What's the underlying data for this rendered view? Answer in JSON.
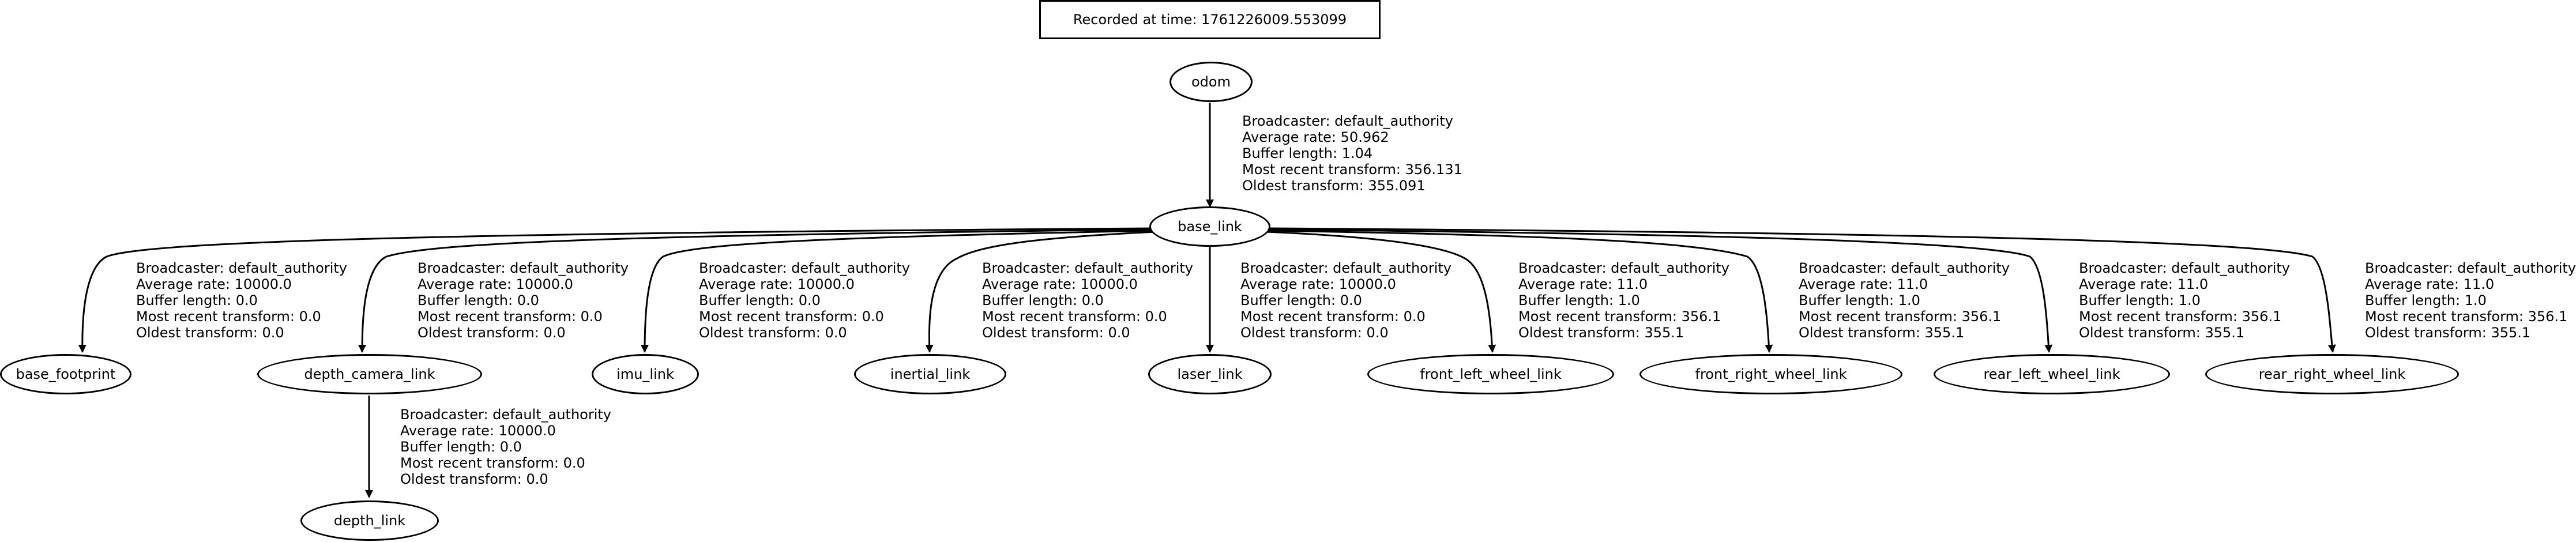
{
  "recorded_label": "Recorded at time: 1761226009.553099",
  "nodes": {
    "odom": "odom",
    "base_link": "base_link",
    "base_footprint": "base_footprint",
    "depth_camera_link": "depth_camera_link",
    "imu_link": "imu_link",
    "inertial_link": "inertial_link",
    "laser_link": "laser_link",
    "front_left_wheel_link": "front_left_wheel_link",
    "front_right_wheel_link": "front_right_wheel_link",
    "rear_left_wheel_link": "rear_left_wheel_link",
    "rear_right_wheel_link": "rear_right_wheel_link",
    "depth_link": "depth_link"
  },
  "edges": {
    "odom_base_link": {
      "broadcaster": "Broadcaster: default_authority",
      "rate": "Average rate: 50.962",
      "buffer": "Buffer length: 1.04",
      "recent": "Most recent transform: 356.131",
      "oldest": "Oldest transform: 355.091"
    },
    "base_footprint": {
      "broadcaster": "Broadcaster: default_authority",
      "rate": "Average rate: 10000.0",
      "buffer": "Buffer length: 0.0",
      "recent": "Most recent transform: 0.0",
      "oldest": "Oldest transform: 0.0"
    },
    "depth_camera_link": {
      "broadcaster": "Broadcaster: default_authority",
      "rate": "Average rate: 10000.0",
      "buffer": "Buffer length: 0.0",
      "recent": "Most recent transform: 0.0",
      "oldest": "Oldest transform: 0.0"
    },
    "imu_link": {
      "broadcaster": "Broadcaster: default_authority",
      "rate": "Average rate: 10000.0",
      "buffer": "Buffer length: 0.0",
      "recent": "Most recent transform: 0.0",
      "oldest": "Oldest transform: 0.0"
    },
    "inertial_link": {
      "broadcaster": "Broadcaster: default_authority",
      "rate": "Average rate: 10000.0",
      "buffer": "Buffer length: 0.0",
      "recent": "Most recent transform: 0.0",
      "oldest": "Oldest transform: 0.0"
    },
    "laser_link": {
      "broadcaster": "Broadcaster: default_authority",
      "rate": "Average rate: 10000.0",
      "buffer": "Buffer length: 0.0",
      "recent": "Most recent transform: 0.0",
      "oldest": "Oldest transform: 0.0"
    },
    "front_left_wheel_link": {
      "broadcaster": "Broadcaster: default_authority",
      "rate": "Average rate: 11.0",
      "buffer": "Buffer length: 1.0",
      "recent": "Most recent transform: 356.1",
      "oldest": "Oldest transform: 355.1"
    },
    "front_right_wheel_link": {
      "broadcaster": "Broadcaster: default_authority",
      "rate": "Average rate: 11.0",
      "buffer": "Buffer length: 1.0",
      "recent": "Most recent transform: 356.1",
      "oldest": "Oldest transform: 355.1"
    },
    "rear_left_wheel_link": {
      "broadcaster": "Broadcaster: default_authority",
      "rate": "Average rate: 11.0",
      "buffer": "Buffer length: 1.0",
      "recent": "Most recent transform: 356.1",
      "oldest": "Oldest transform: 355.1"
    },
    "rear_right_wheel_link": {
      "broadcaster": "Broadcaster: default_authority",
      "rate": "Average rate: 11.0",
      "buffer": "Buffer length: 1.0",
      "recent": "Most recent transform: 356.1",
      "oldest": "Oldest transform: 355.1"
    },
    "depth_link": {
      "broadcaster": "Broadcaster: default_authority",
      "rate": "Average rate: 10000.0",
      "buffer": "Buffer length: 0.0",
      "recent": "Most recent transform: 0.0",
      "oldest": "Oldest transform: 0.0"
    }
  }
}
